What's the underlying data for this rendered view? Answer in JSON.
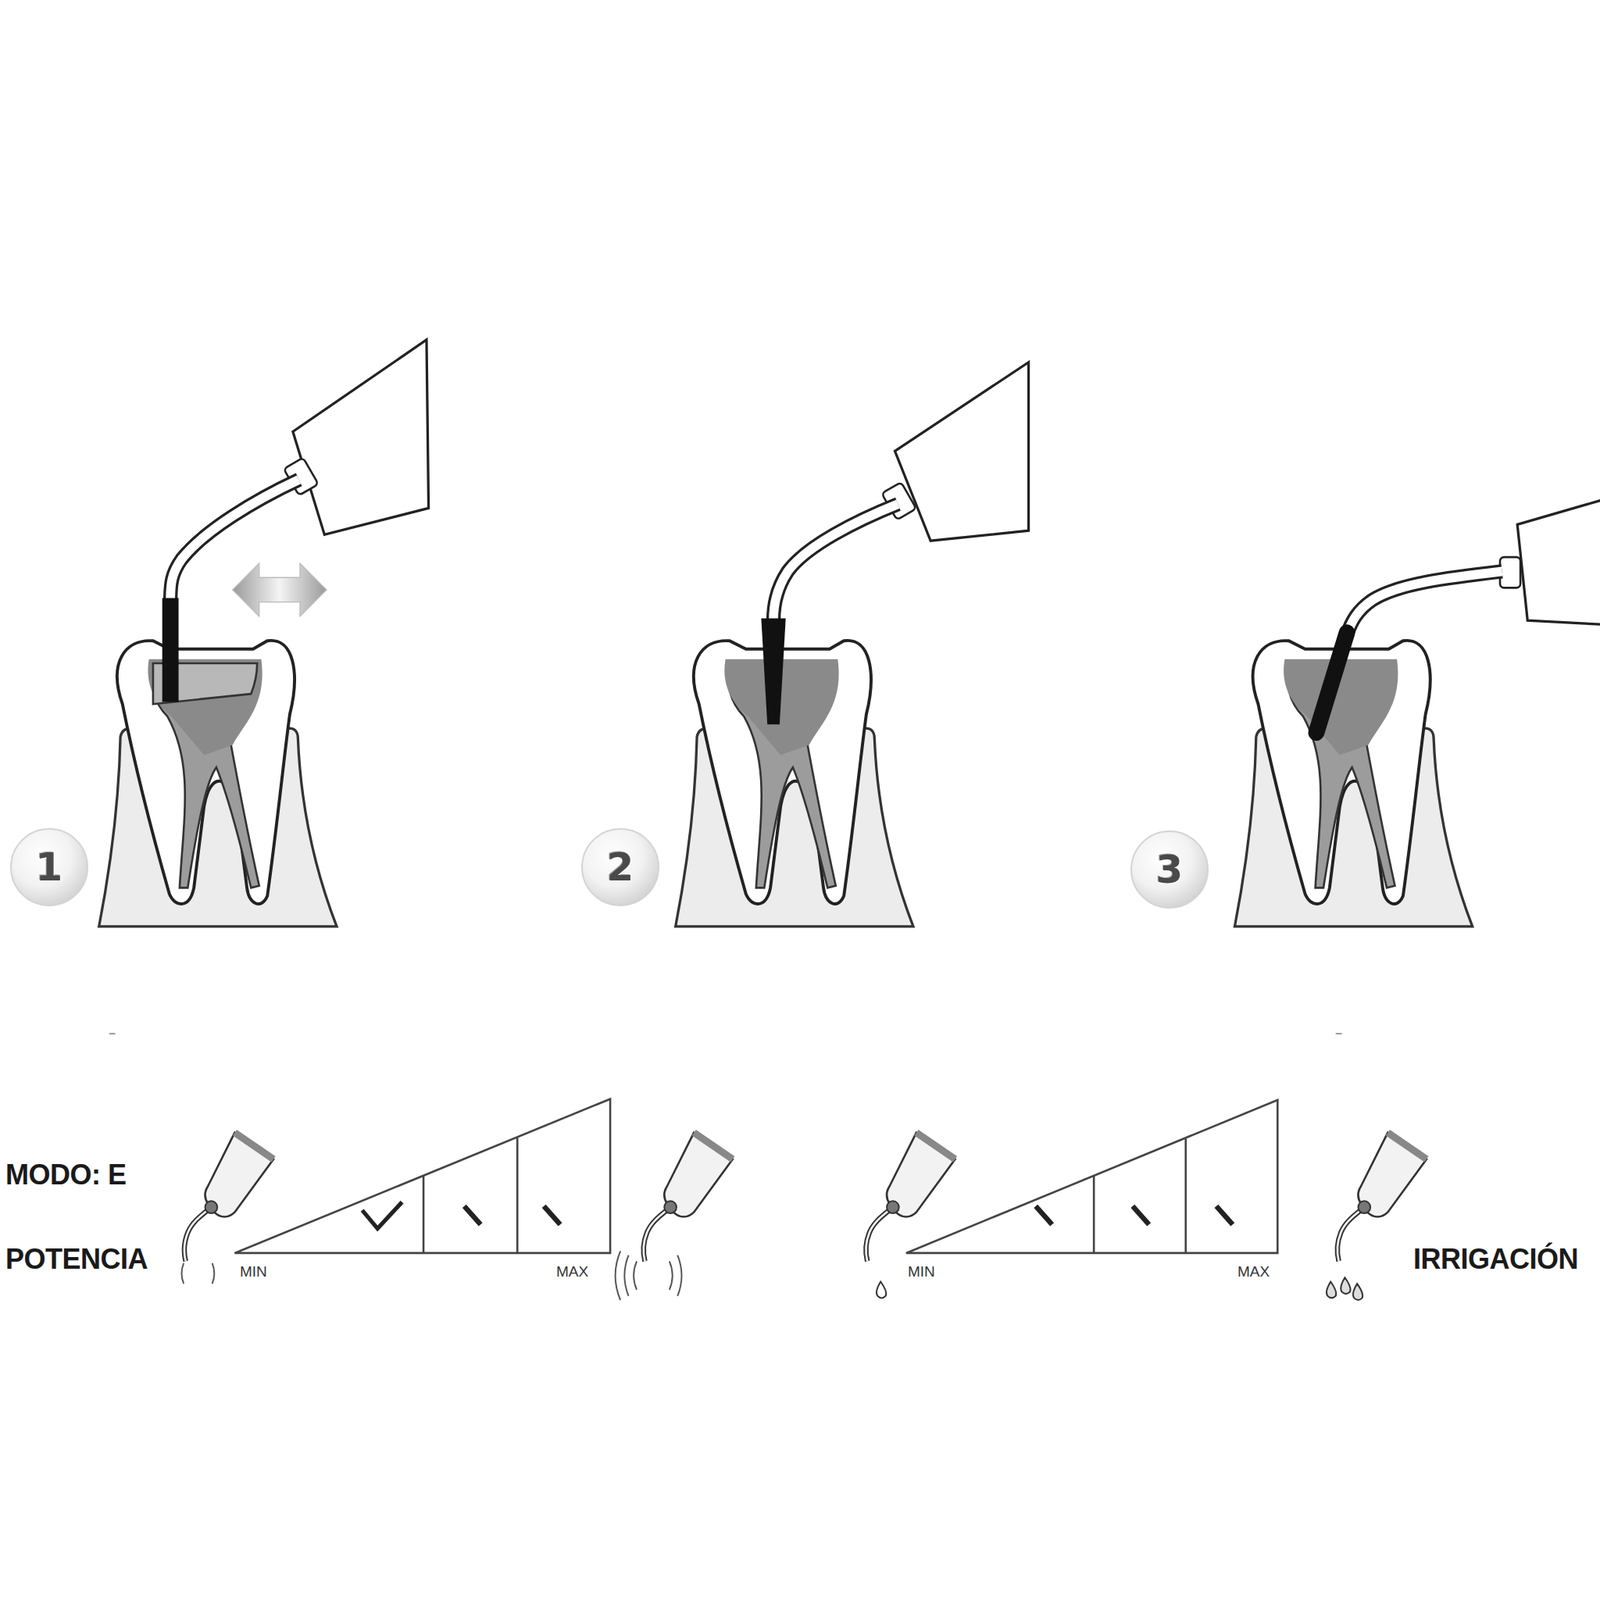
{
  "diagram": {
    "nodes": [
      {
        "text": [
          "1"
        ]
      },
      {
        "text": [
          "2"
        ]
      },
      {
        "text": [
          "3"
        ]
      }
    ],
    "labels": [
      "MODO: E",
      "POTENCIA",
      "MIN",
      "MAX",
      "MIN",
      "MAX",
      "IRRIGACIÓN"
    ]
  }
}
